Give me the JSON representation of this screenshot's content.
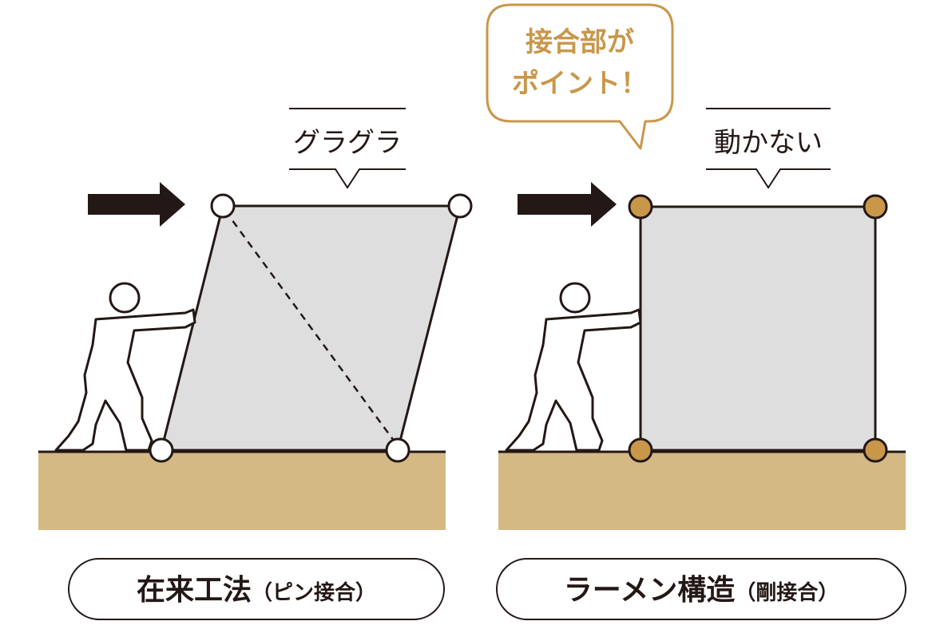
{
  "callout": {
    "line1": "接合部が",
    "line2": "ポイント！"
  },
  "left_panel": {
    "label": "グラグラ",
    "caption_main": "在来工法",
    "caption_sub": "（ピン接合）"
  },
  "right_panel": {
    "label": "動かない",
    "caption_main": "ラーメン構造",
    "caption_sub": "（剛接合）"
  },
  "colors": {
    "ground": "#d4b985",
    "frame_fill": "#dedede",
    "stroke": "#231815",
    "rigid_joint": "#c9974a",
    "callout_border": "#c9974a",
    "callout_text": "#c9974a",
    "pin_joint": "#ffffff"
  },
  "icons": [
    "push-arrow-icon",
    "person-pushing-icon",
    "pin-joint-icon",
    "rigid-joint-icon"
  ]
}
